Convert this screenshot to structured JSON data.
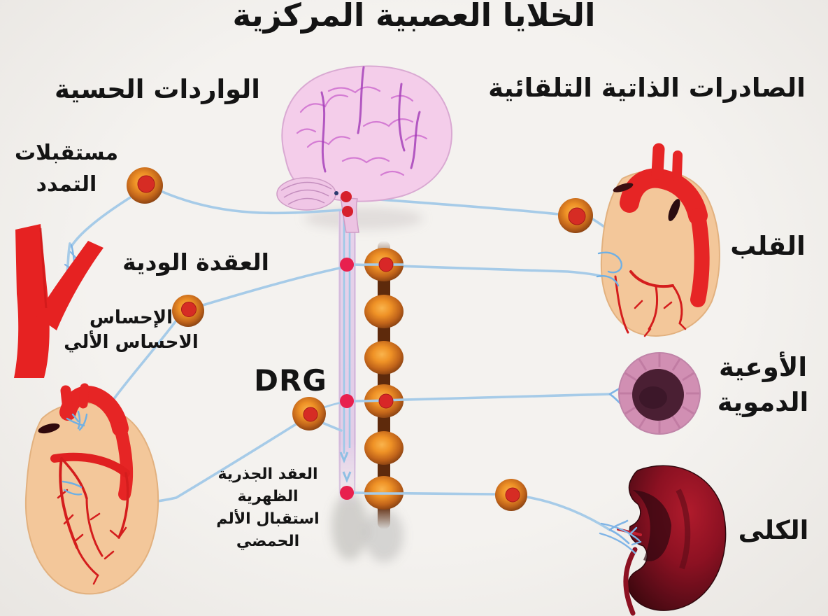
{
  "diagram": {
    "title": "الخلايا العصبية المركزية",
    "left_section": {
      "heading": "الواردات الحسية",
      "stretch_receptors": "مستقبلات\nالتمدد",
      "sympathetic_ganglion": "العقدة الودية",
      "sensation": "الإحساس\nالاحساس الألي",
      "drg": "DRG",
      "dorsal_root_ganglia": "العقد الجذرية الظهرية\nاستقبال الألم الحمضي"
    },
    "right_section": {
      "heading": "الصادرات الذاتية التلقائية",
      "heart": "القلب",
      "blood_vessels": "الأوعية\nالدموية",
      "kidneys": "الكلى"
    },
    "figures": [
      "brain",
      "spinal-cord",
      "sympathetic-chain",
      "stretch-receptor-neuron",
      "sympathetic-ganglion-neuron",
      "drg-neuron",
      "heart-efferent-neuron",
      "kidney-efferent-neuron",
      "artery",
      "heart-left",
      "heart-right",
      "blood-vessel-cross-section",
      "kidney"
    ],
    "colors": {
      "background": "#f0eeeb",
      "text": "#141414",
      "nerve_fiber": "#a6cbe8",
      "node_red": "#e8204e",
      "neuron_body": "#ef9226",
      "neuron_nucleus": "#d62c24",
      "chain_brown": "#5e2a0c",
      "brain_pink": "#f4cdea",
      "brain_sulci": "#a83ab8",
      "artery_red": "#e62222",
      "heart_muscle": "#f3c79a",
      "vessel_wall": "#d18fb3",
      "vessel_lumen": "#4a1f33",
      "kidney_red": "#8c1122",
      "spinal_cord": "#e3cfe8"
    }
  }
}
